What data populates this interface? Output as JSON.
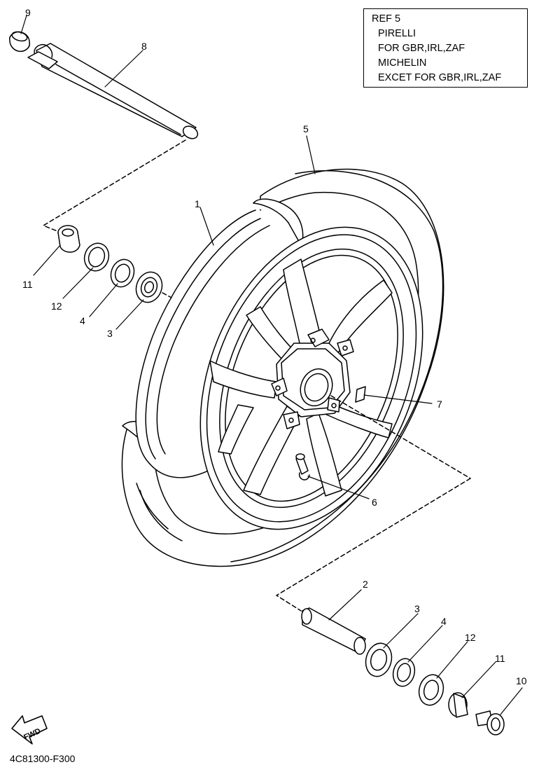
{
  "diagram": {
    "drawing_code": "4C81300-F300",
    "fwd_label": "FWD",
    "ref_box": {
      "title": "REF 5",
      "lines": [
        "PIRELLI",
        "FOR GBR,IRL,ZAF",
        "MICHELIN",
        "EXCET FOR GBR,IRL,ZAF"
      ]
    },
    "callouts": {
      "c9": "9",
      "c8": "8",
      "c5": "5",
      "c1": "1",
      "c11a": "11",
      "c12a": "12",
      "c4a": "4",
      "c3a": "3",
      "c7": "7",
      "c6": "6",
      "c2": "2",
      "c3b": "3",
      "c4b": "4",
      "c12b": "12",
      "c11b": "11",
      "c10": "10"
    }
  },
  "colors": {
    "line": "#000000",
    "background": "#ffffff"
  }
}
